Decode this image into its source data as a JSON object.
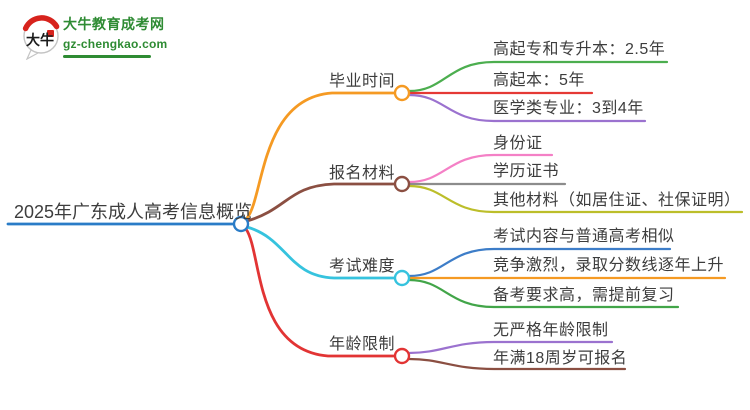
{
  "logo": {
    "icon_text": "大牛",
    "title": "大牛教育成考网",
    "subtitle": "gz-chengkao.com",
    "brand_color": "#2e8b33",
    "accent_red": "#d7231d"
  },
  "mindmap": {
    "root": {
      "label": "2025年广东成人高考信息概览",
      "color": "#2a7cc7"
    },
    "branches": [
      {
        "label": "毕业时间",
        "color": "#f59a23",
        "children": [
          {
            "label": "高起专和专升本：2.5年",
            "color": "#4cae4f"
          },
          {
            "label": "高起本：5年",
            "color": "#e53935"
          },
          {
            "label": "医学类专业：3到4年",
            "color": "#9b72cf"
          }
        ]
      },
      {
        "label": "报名材料",
        "color": "#8b4f42",
        "children": [
          {
            "label": "身份证",
            "color": "#f480c6"
          },
          {
            "label": "学历证书",
            "color": "#8c8c8c"
          },
          {
            "label": "其他材料（如居住证、社保证明）",
            "color": "#bcbe2a"
          }
        ]
      },
      {
        "label": "考试难度",
        "color": "#36c3de",
        "children": [
          {
            "label": "考试内容与普通高考相似",
            "color": "#3d7dc8"
          },
          {
            "label": "竞争激烈，录取分数线逐年上升",
            "color": "#f59a23"
          },
          {
            "label": "备考要求高，需提前复习",
            "color": "#42a549"
          }
        ]
      },
      {
        "label": "年龄限制",
        "color": "#e23434",
        "children": [
          {
            "label": "无严格年龄限制",
            "color": "#9b72cf"
          },
          {
            "label": "年满18周岁可报名",
            "color": "#8b4f42"
          }
        ]
      }
    ]
  }
}
